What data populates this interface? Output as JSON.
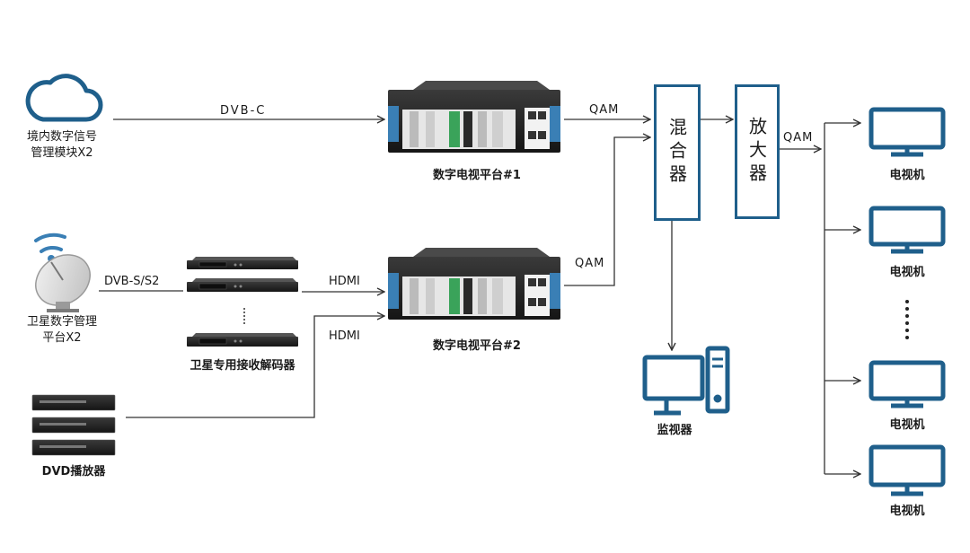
{
  "sources": {
    "domestic": {
      "line1": "境内数字信号",
      "line2": "管理模块X2"
    },
    "satellite": {
      "line1": "卫星数字管理",
      "line2": "平台X2"
    },
    "receivers": {
      "label": "卫星专用接收解码器"
    },
    "dvd": {
      "label": "DVD播放器"
    }
  },
  "links": {
    "dvbc": "DVB-C",
    "dvbs": "DVB-S/S2",
    "hdmi1": "HDMI",
    "hdmi2": "HDMI",
    "qam1": "QAM",
    "qam2": "QAM",
    "qam3": "QAM"
  },
  "platforms": {
    "p1": "数字电视平台#1",
    "p2": "数字电视平台#2"
  },
  "mixer": {
    "label": "混合器"
  },
  "amplifier": {
    "label": "放大器"
  },
  "monitor": {
    "label": "监视器"
  },
  "tvs": [
    {
      "label": "电视机"
    },
    {
      "label": "电视机"
    },
    {
      "label": "电视机"
    },
    {
      "label": "电视机"
    }
  ],
  "colors": {
    "accent": "#1f5f8b",
    "line": "#333333",
    "device": "#1b1b1b"
  }
}
